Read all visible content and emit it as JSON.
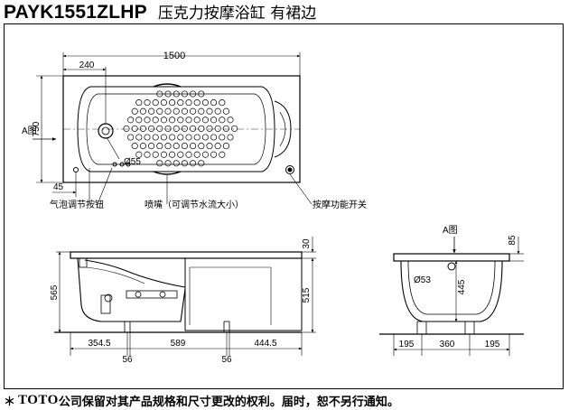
{
  "header": {
    "model": "PAYK1551ZLHP",
    "product_name": "压克力按摩浴缸 有裙边"
  },
  "top_view": {
    "dim_total_width": "1500",
    "dim_offset": "240",
    "dim_height": "750",
    "dim_small": "45",
    "drain_label": "Ø55",
    "view_marker": "A图",
    "label_bubble_button": "气泡调节按钮",
    "label_nozzle": "喷嘴（可调节水流大小）",
    "label_massage_switch": "按摩功能开关"
  },
  "side_view": {
    "dim_height_total": "565",
    "dim_height_inner": "515",
    "dim_rim": "30",
    "dim_left": "354.5",
    "dim_center": "589",
    "dim_right": "444.5",
    "dim_foot_left": "56",
    "dim_foot_right": "56"
  },
  "end_view": {
    "view_marker": "A图",
    "dim_rim": "85",
    "dim_depth": "445",
    "drain_label": "Ø53",
    "dim_left": "195",
    "dim_center": "360",
    "dim_right": "195"
  },
  "footer": {
    "star": "＊",
    "brand": "TOTO",
    "note": "公司保留对其产品规格和尺寸更改的权利。届时，恕不另行通知。"
  }
}
